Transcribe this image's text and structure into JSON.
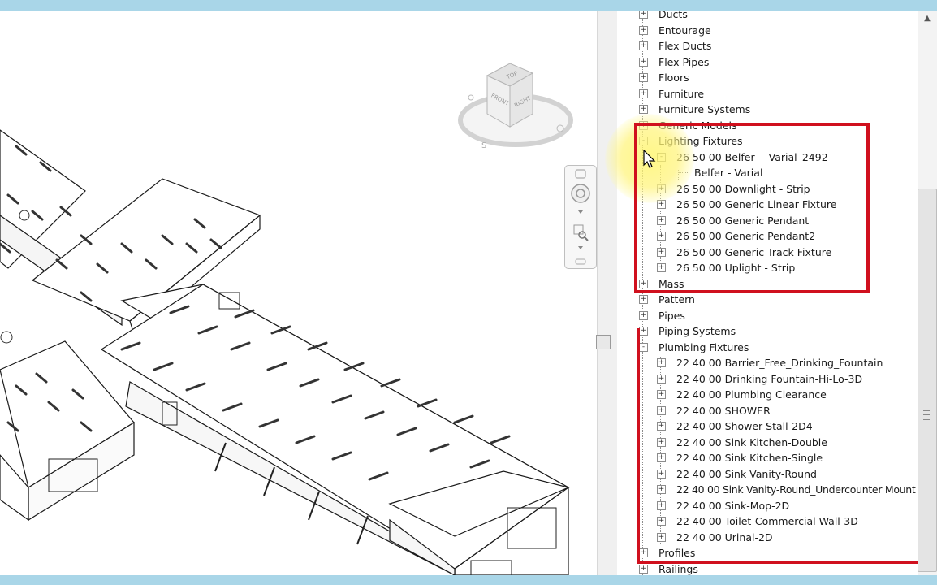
{
  "tree": {
    "rows": [
      {
        "label": "Ducts",
        "expander": "+"
      },
      {
        "label": "Entourage",
        "expander": "+"
      },
      {
        "label": "Flex Ducts",
        "expander": "+"
      },
      {
        "label": "Flex Pipes",
        "expander": "+"
      },
      {
        "label": "Floors",
        "expander": "+"
      },
      {
        "label": "Furniture",
        "expander": "+"
      },
      {
        "label": "Furniture Systems",
        "expander": "+"
      },
      {
        "label": "Generic Models",
        "expander": "+"
      },
      {
        "label": "Lighting Fixtures",
        "expander": "-"
      },
      {
        "label": "26 50 00 Belfer_-_Varial_2492",
        "expander": "-"
      },
      {
        "label": "Belfer - Varial",
        "expander": ""
      },
      {
        "label": "26 50 00 Downlight - Strip",
        "expander": "+"
      },
      {
        "label": "26 50 00 Generic Linear Fixture",
        "expander": "+"
      },
      {
        "label": "26 50 00 Generic Pendant",
        "expander": "+"
      },
      {
        "label": "26 50 00 Generic Pendant2",
        "expander": "+"
      },
      {
        "label": "26 50 00 Generic Track Fixture",
        "expander": "+"
      },
      {
        "label": "26 50 00 Uplight - Strip",
        "expander": "+"
      },
      {
        "label": "Mass",
        "expander": "+"
      },
      {
        "label": "Pattern",
        "expander": "+"
      },
      {
        "label": "Pipes",
        "expander": "+"
      },
      {
        "label": "Piping Systems",
        "expander": "+"
      },
      {
        "label": "Plumbing Fixtures",
        "expander": "-"
      },
      {
        "label": "22 40 00 Barrier_Free_Drinking_Fountain",
        "expander": "+"
      },
      {
        "label": "22 40 00 Drinking Fountain-Hi-Lo-3D",
        "expander": "+"
      },
      {
        "label": "22 40 00 Plumbing Clearance",
        "expander": "+"
      },
      {
        "label": "22 40 00 SHOWER",
        "expander": "+"
      },
      {
        "label": "22 40 00 Shower Stall-2D4",
        "expander": "+"
      },
      {
        "label": "22 40 00 Sink Kitchen-Double",
        "expander": "+"
      },
      {
        "label": "22 40 00 Sink Kitchen-Single",
        "expander": "+"
      },
      {
        "label": "22 40 00 Sink Vanity-Round",
        "expander": "+"
      },
      {
        "label": "22 40 00 Sink Vanity-Round_Undercounter Mount",
        "expander": "+"
      },
      {
        "label": "22 40 00 Sink-Mop-2D",
        "expander": "+"
      },
      {
        "label": "22 40 00 Toilet-Commercial-Wall-3D",
        "expander": "+"
      },
      {
        "label": "22 40 00 Urinal-2D",
        "expander": "+"
      },
      {
        "label": "Profiles",
        "expander": "+"
      },
      {
        "label": "Railings",
        "expander": "+"
      }
    ]
  },
  "viewcube": {
    "top": "TOP",
    "front": "FRONT",
    "right": "RIGHT",
    "compass_s": "S"
  },
  "colors": {
    "annotation_red": "#d0101e",
    "highlight_yellow": "#fff55e",
    "frame_blue": "#a9d6e8"
  }
}
